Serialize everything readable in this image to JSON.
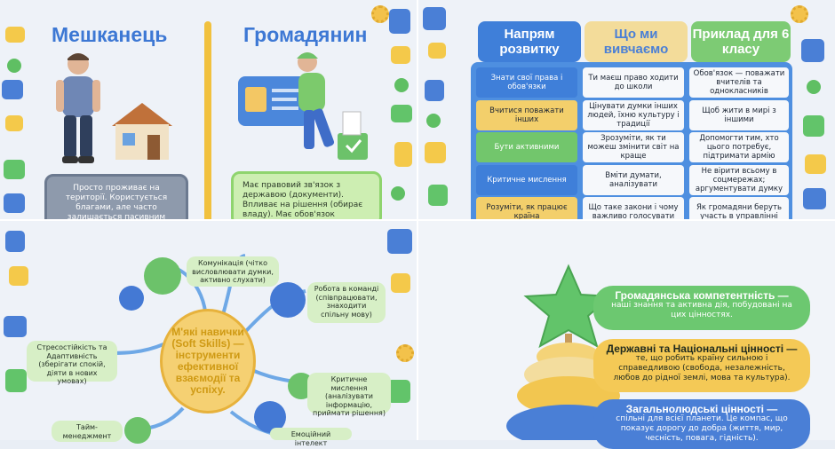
{
  "q1": {
    "resident_title": "Мешканець",
    "citizen_title": "Громадянин",
    "resident_text": "Просто проживає на території. Користується благами, але часто залишається пасивним спостерігачем.",
    "citizen_text": "Має правовий зв'язок з державою (документи). Впливає на рішення (обирає владу). Має обов'язок захищати країну та розвивати її."
  },
  "q2": {
    "headers": [
      "Напрям розвитку",
      "Що ми вивчаємо",
      "Приклад для 6 класу"
    ],
    "rows": [
      [
        "Знати свої права і обов'язки",
        "Ти маєш право ходити до школи",
        "Обов'язок — поважати вчителів та однокласників"
      ],
      [
        "Вчитися поважати інших",
        "Цінувати думки інших людей, їхню культуру і традиції",
        "Щоб жити в мирі з іншими"
      ],
      [
        "Бути активними",
        "Зрозуміти, як ти можеш змінити світ на краще",
        "Допомогти тим, хто цього потребує, підтримати армію"
      ],
      [
        "Критичне мислення",
        "Вміти думати, аналізувати",
        "Не вірити всьому в соцмережах; аргументувати думку"
      ],
      [
        "Розуміти, як працює країна",
        "Що таке закони і чому важливо голосувати",
        "Як громадяни беруть участь в управлінні"
      ]
    ],
    "row_colors": [
      "#3f7fd9",
      "#f3cf6b",
      "#72c66c",
      "#3f7fd9",
      "#f3cf6b"
    ]
  },
  "q3": {
    "center": "М'які навички (Soft Skills) — інструменти ефективної взаємодії та успіху.",
    "communication": "Комунікація (чітко висловлювати думки, активно слухати)",
    "teamwork": "Робота в команді (співпрацювати, знаходити спільну мову)",
    "stress": "Стресостійкість та Адаптивність (зберігати спокій, діяти в нових умовах)",
    "critical": "Критичне мислення (аналізувати інформацію, приймати рішення)",
    "time": "Тайм-менеджмент",
    "emotional": "Емоційний інтелект"
  },
  "q4": {
    "civic_title": "Громадянська компетентність —",
    "civic_text": "наші знання та активна дія, побудовані на цих цінностях.",
    "state_title": "Державні та Національні цінності —",
    "state_text": "те, що робить країну сильною і справедливою (свобода, незалежність, любов до рідної землі, мова та культура).",
    "human_title": "Загальнолюдські цінності —",
    "human_text": "спільні для всієї планети. Це компас, що показує дорогу до добра (життя, мир, чесність, повага, гідність)."
  }
}
